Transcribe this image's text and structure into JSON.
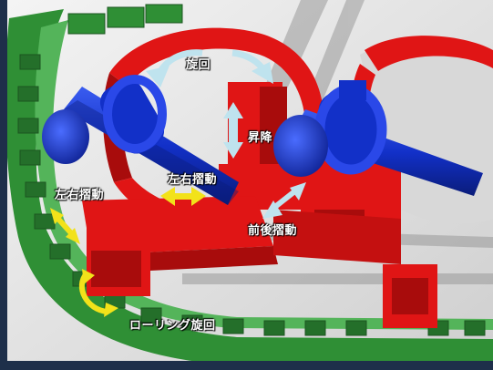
{
  "labels": {
    "rotation": "旋回",
    "lift": "昇降",
    "lateral_slide": "左右摺動",
    "left_right_slide": "左右摺動",
    "fore_aft_slide": "前後摺動",
    "rolling": "ローリング旋回"
  },
  "colors": {
    "erector_red": "#e01515",
    "erector_dark_red": "#a80c0c",
    "arm_blue": "#1230c8",
    "ring_green": "#2f8f35",
    "ring_light_green": "#54b45a",
    "arrow_light_blue": "#bfe3ee",
    "arrow_yellow": "#f2e21a",
    "background_navy": "#1e2f4a"
  }
}
